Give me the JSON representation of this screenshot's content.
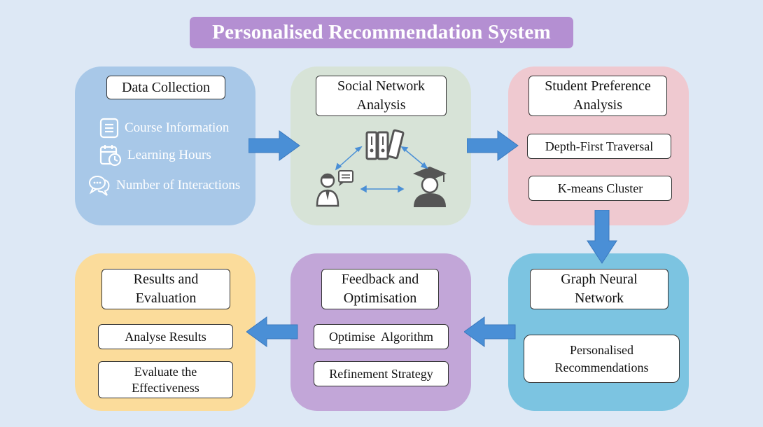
{
  "title": "Personalised Recommendation System",
  "data_collection": {
    "heading": "Data Collection",
    "items": [
      {
        "label": "Course Information",
        "icon": "document-icon"
      },
      {
        "label": "Learning Hours",
        "icon": "calendar-clock-icon"
      },
      {
        "label": "Number of Interactions",
        "icon": "chat-bubbles-icon"
      }
    ]
  },
  "social_network": {
    "heading_line1": "Social Network",
    "heading_line2": "Analysis",
    "icons": [
      "binders-icon",
      "teacher-icon",
      "student-graduate-icon"
    ]
  },
  "student_preference": {
    "heading_line1": "Student Preference",
    "heading_line2": "Analysis",
    "steps": [
      "Depth-First Traversal",
      "K-means Cluster"
    ]
  },
  "gnn": {
    "heading_line1": "Graph Neural",
    "heading_line2": "Network",
    "output_line1": "Personalised",
    "output_line2": "Recommendations"
  },
  "feedback": {
    "heading_line1": "Feedback and",
    "heading_line2": "Optimisation",
    "steps": [
      "Optimise  Algorithm",
      "Refinement Strategy"
    ]
  },
  "results": {
    "heading_line1": "Results and",
    "heading_line2": "Evaluation",
    "step1": "Analyse Results",
    "step2_line1": "Evaluate the",
    "step2_line2": "Effectiveness"
  },
  "colors": {
    "background": "#dde8f5",
    "title_bg": "#b48fd2",
    "arrow": "#4a8fd6",
    "data_panel": "#a8c8e8",
    "social_panel": "#d7e3d7",
    "preference_panel": "#efc9d0",
    "gnn_panel": "#7cc4e1",
    "feedback_panel": "#c2a6d8",
    "results_panel": "#fbdc9b"
  }
}
